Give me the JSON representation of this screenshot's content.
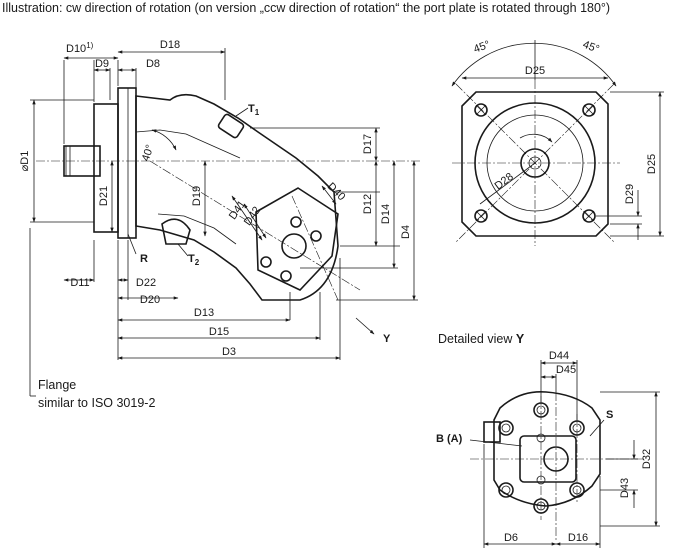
{
  "caption": "Illustration: cw direction of rotation (on version „ccw direction of rotation“ the port plate is rotated through 180°)",
  "flange_note": {
    "line1": "Flange",
    "line2": "similar to ISO 3019-2"
  },
  "detail_view": {
    "title": "Detailed view",
    "letter": "Y"
  },
  "side_view_dims": {
    "d10": "D10",
    "d10_sup": "1)",
    "d18": "D18",
    "d9": "D9",
    "d8": "D8",
    "d1": "⌀D1",
    "d21": "D21",
    "d19": "D19",
    "d17": "D17",
    "d12": "D12",
    "d14": "D14",
    "d4": "D4",
    "d40": "D40",
    "d41": "D41",
    "d42": "D42",
    "d11": "D11",
    "d22": "D22",
    "d20": "D20",
    "d13": "D13",
    "d15": "D15",
    "d3": "D3",
    "angle": "40°"
  },
  "side_view_labels": {
    "t1": "T",
    "t1_sub": "1",
    "t2": "T",
    "t2_sub": "2",
    "r": "R",
    "y": "Y"
  },
  "front_view_dims": {
    "angle_left": "45°",
    "angle_right": "45°",
    "d25_top": "D25",
    "d25_side": "D25",
    "d28": "D28",
    "d29": "D29"
  },
  "detail_dims": {
    "d44": "D44",
    "d45": "D45",
    "s": "S",
    "b": "B (A)",
    "d32": "D32",
    "d43": "D43",
    "d6": "D6",
    "d16": "D16"
  }
}
